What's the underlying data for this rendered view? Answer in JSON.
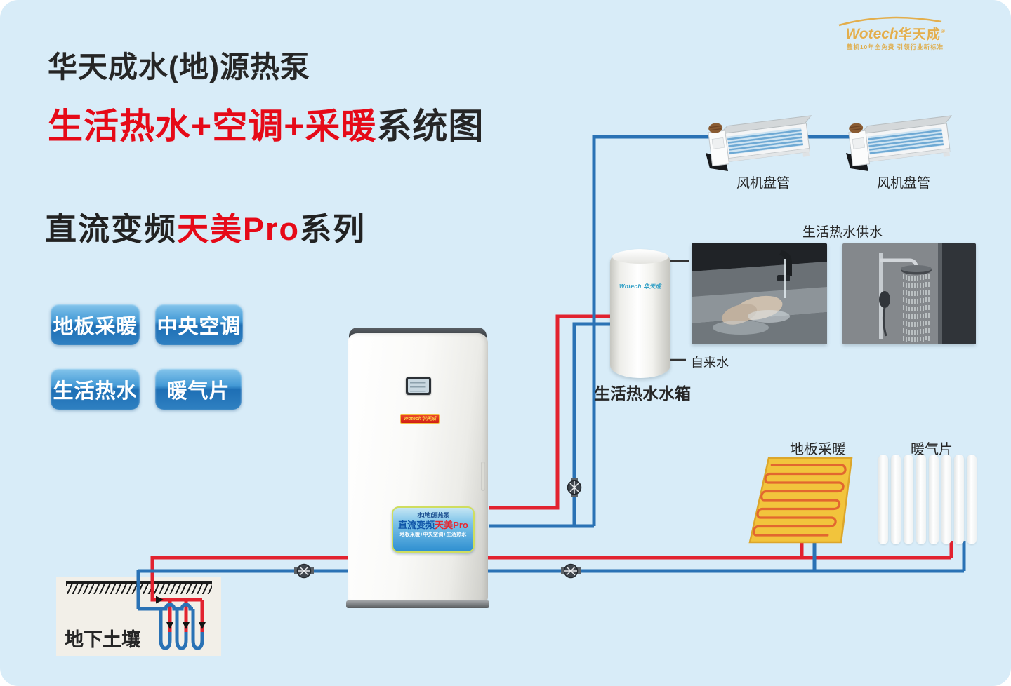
{
  "header": {
    "title_line1": "华天成水(地)源热泵",
    "title_line2_red": "生活热水+空调+采暖",
    "title_line2_black": "系统图",
    "series_prefix": "直流变频",
    "series_highlight": "天美Pro",
    "series_suffix": "系列"
  },
  "logo": {
    "brand": "Wotech",
    "brand_cn": "华天成",
    "reg": "®",
    "slogan": "整机10年全免费 引领行业新标准"
  },
  "feature_buttons": [
    {
      "label": "地板采暖"
    },
    {
      "label": "中央空调"
    },
    {
      "label": "生活热水"
    },
    {
      "label": "暖气片"
    }
  ],
  "fan_coils": [
    {
      "label": "风机盘管"
    },
    {
      "label": "风机盘管"
    }
  ],
  "tank": {
    "label": "生活热水水箱",
    "brand": "Wotech 华天成",
    "supply_label": "生活热水供水",
    "tap_label": "自来水"
  },
  "heat_pump": {
    "badge": "Wotech华天成",
    "plate_line1": "水(地)源热泵",
    "plate_line2_a": "直流变频",
    "plate_line2_b": "天美Pro",
    "plate_line3": "地板采暖+中央空调+生活热水"
  },
  "floor_heating": {
    "label": "地板采暖"
  },
  "radiator": {
    "label": "暖气片",
    "bar_count": 8
  },
  "ground": {
    "label": "地下土壤"
  },
  "colors": {
    "background": "#d8ecf8",
    "hot_pipe": "#e2222f",
    "cold_pipe": "#2a72b5",
    "accent_red": "#e60a18",
    "button_blue": "#1e6fb5",
    "logo_gold": "#e3ae4c",
    "panel_yellow": "#f2c43c"
  }
}
